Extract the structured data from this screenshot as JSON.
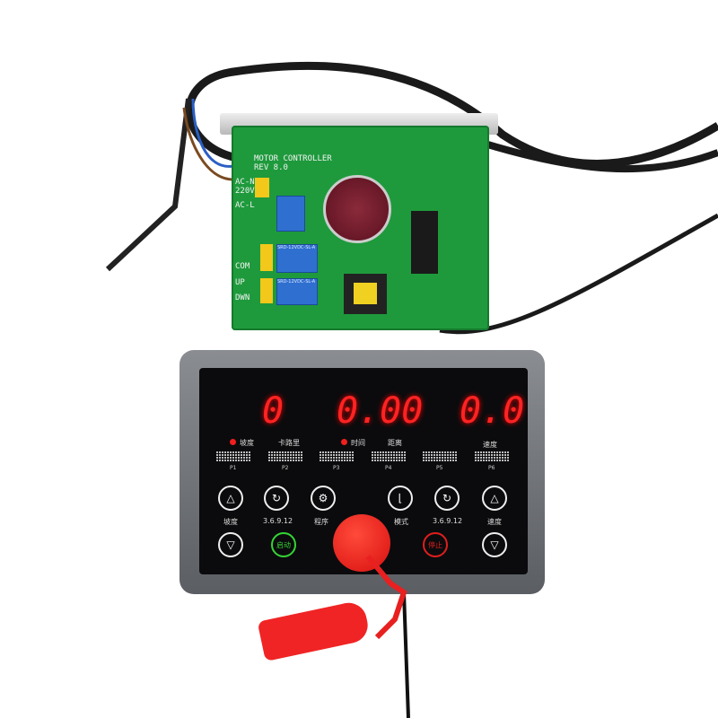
{
  "board": {
    "title": "MOTOR CONTROLLER",
    "rev": "REV 8.0",
    "labels": [
      "AC-N",
      "220V",
      "AC-L",
      "COM",
      "UP",
      "DWN"
    ],
    "relay_text": "SRD-12VDC-SL-A"
  },
  "display": {
    "incline": "0",
    "time": "0.00",
    "speed": "0.0"
  },
  "labels": {
    "incline": "坡度",
    "calories": "卡路里",
    "time": "时间",
    "distance": "距离",
    "speed": "速度"
  },
  "programs": [
    "P1",
    "P2",
    "P3",
    "P4",
    "P5",
    "P6"
  ],
  "buttons": {
    "incline": "坡度",
    "quick_left": "3.6.9.12",
    "program": "程序",
    "mode": "模式",
    "quick_right": "3.6.9.12",
    "speed": "速度",
    "start": "启动",
    "stop": "停止"
  },
  "colors": {
    "led": "#ff2323",
    "start": "#35d435",
    "stop": "#e01e1e",
    "pcb": "#1e9a3c"
  }
}
